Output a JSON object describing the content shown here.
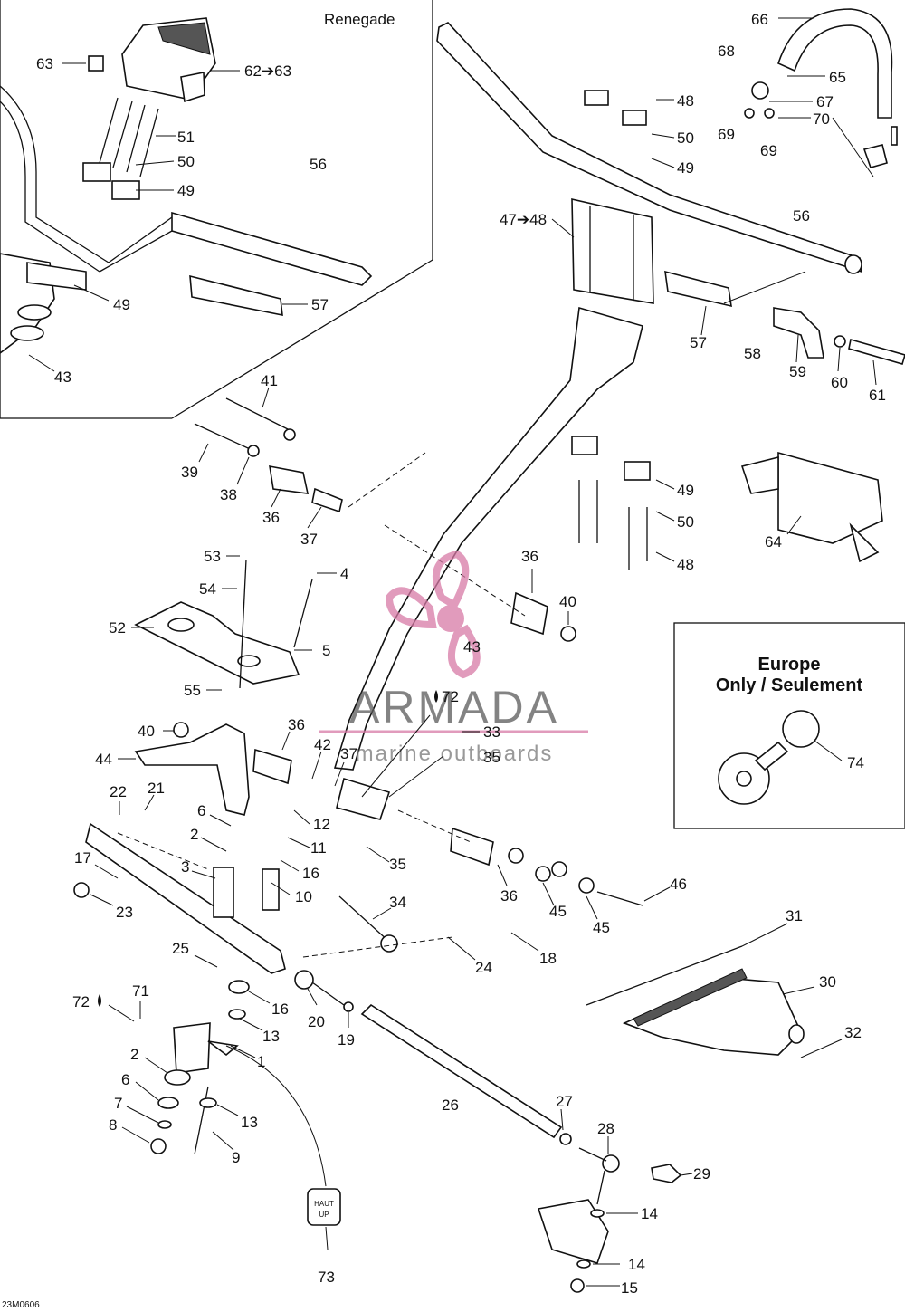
{
  "inset_title": "Renegade",
  "europe_box": {
    "line1": "Europe",
    "line2": "Only / Seulement"
  },
  "watermark": {
    "brand": "ARMADA",
    "tagline": "marine outboards"
  },
  "drawing_code": "23M0606",
  "switch_label": {
    "line1": "HAUT",
    "line2": "UP"
  },
  "callouts": {
    "c63a": "63",
    "c62": "62➔63",
    "c51": "51",
    "c50a": "50",
    "c49a": "49",
    "c56a": "56",
    "c49b": "49",
    "c57a": "57",
    "c43a": "43",
    "c66": "66",
    "c68": "68",
    "c65": "65",
    "c67": "67",
    "c70": "70",
    "c69a": "69",
    "c69b": "69",
    "c48a": "48",
    "c50b": "50",
    "c49c": "49",
    "c4748": "47➔48",
    "c56b": "56",
    "c57b": "57",
    "c58": "58",
    "c59": "59",
    "c60": "60",
    "c61": "61",
    "c41": "41",
    "c39": "39",
    "c38": "38",
    "c36a": "36",
    "c37a": "37",
    "c49d": "49",
    "c50c": "50",
    "c48b": "48",
    "c64": "64",
    "c53": "53",
    "c4": "4",
    "c54": "54",
    "c52": "52",
    "c5": "5",
    "c55": "55",
    "c36b": "36",
    "c40a": "40",
    "c43b": "43",
    "c72a": "72",
    "c40b": "40",
    "c44": "44",
    "c36c": "36",
    "c42": "42",
    "c37b": "37",
    "c33": "33",
    "c35a": "35",
    "c74": "74",
    "c22": "22",
    "c21": "21",
    "c6a": "6",
    "c2a": "2",
    "c12": "12",
    "c11": "11",
    "c16a": "16",
    "c17": "17",
    "c3": "3",
    "c10": "10",
    "c23": "23",
    "c35b": "35",
    "c36d": "36",
    "c45a": "45",
    "c45b": "45",
    "c46": "46",
    "c34": "34",
    "c25": "25",
    "c24": "24",
    "c18": "18",
    "c31": "31",
    "c30": "30",
    "c32": "32",
    "c72b": "72",
    "c71": "71",
    "c16b": "16",
    "c13a": "13",
    "c20": "20",
    "c19": "19",
    "c2b": "2",
    "c1": "1",
    "c6b": "6",
    "c7": "7",
    "c13b": "13",
    "c8": "8",
    "c9": "9",
    "c26": "26",
    "c27": "27",
    "c28": "28",
    "c29": "29",
    "c14a": "14",
    "c14b": "14",
    "c15": "15",
    "c73": "73"
  }
}
